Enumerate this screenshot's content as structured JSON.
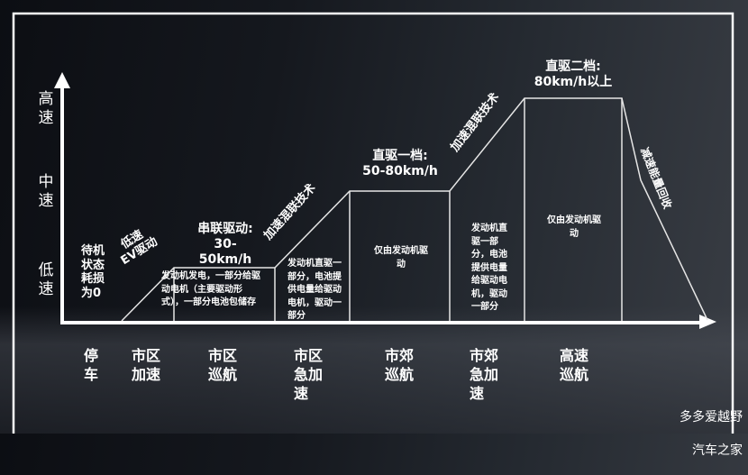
{
  "y_axis": {
    "labels": [
      "高\n速",
      "中\n速",
      "低\n速"
    ]
  },
  "annotations": {
    "standby": "待机\n状态\n耗损\n为0",
    "low_speed_ev": "低速\nEV驱动",
    "series_drive_title": "串联驱动:\n30-\n50km/h",
    "series_drive_desc": "发动机发电，一部分给驱\n动电机（主要驱动形\n式），一部分电池包储存",
    "accel_hybrid_1": "加速混联技术",
    "accel_hybrid_1_desc": "发动机直驱一\n部分，电池提\n供电量给驱动\n电机，驱动一\n部分",
    "direct_gear1_title": "直驱一档:\n50-80km/h",
    "direct_gear1_desc": "仅由发动机驱\n动",
    "accel_hybrid_2": "加速混联技术",
    "accel_hybrid_2_desc": "发动机直\n驱一部\n分，电池\n提供电量\n给驱动电\n机，驱动\n一部分",
    "direct_gear2_title": "直驱二档:\n80km/h以上",
    "direct_gear2_desc": "仅由发动机驱\n动",
    "regen": "减速能量回收"
  },
  "phases": [
    {
      "label": "停\n车"
    },
    {
      "label": "市区\n加速"
    },
    {
      "label": "市区\n巡航"
    },
    {
      "label": "市区\n急加\n速"
    },
    {
      "label": "市郊\n巡航"
    },
    {
      "label": "市郊\n急加\n速"
    },
    {
      "label": "高速\n巡航"
    }
  ],
  "watermark": {
    "line1": "多多爱越野",
    "line2": "汽车之家"
  },
  "colors": {
    "line": "#ffffff",
    "background_dark": "#0c0e13",
    "background_light": "#3a3e45"
  }
}
